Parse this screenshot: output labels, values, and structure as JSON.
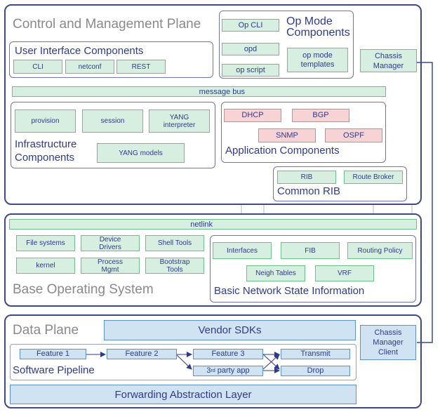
{
  "control_plane": {
    "title": "Control and Management Plane",
    "ui_components": {
      "title": "User Interface Components",
      "items": [
        "CLI",
        "netconf",
        "REST"
      ]
    },
    "op_mode": {
      "title_line1": "Op Mode",
      "title_line2": "Components",
      "items": [
        "Op CLI",
        "opd",
        "op script"
      ],
      "templates_line1": "op mode",
      "templates_line2": "templates"
    },
    "chassis_manager": {
      "line1": "Chassis",
      "line2": "Manager"
    },
    "message_bus": "message bus",
    "infrastructure": {
      "title_line1": "Infrastructure",
      "title_line2": "Components",
      "items": [
        "provision",
        "session"
      ],
      "yang_interp_line1": "YANG",
      "yang_interp_line2": "interpreter",
      "yang_models": "YANG models"
    },
    "application": {
      "title": "Application Components",
      "items": [
        "DHCP",
        "BGP",
        "SNMP",
        "OSPF"
      ]
    },
    "common_rib": {
      "title": "Common RIB",
      "items": [
        "RIB",
        "Route Broker"
      ]
    }
  },
  "base_os": {
    "title": "Base Operating System",
    "netlink": "netlink",
    "items": [
      {
        "line1": "File systems",
        "line2": ""
      },
      {
        "line1": "Device",
        "line2": "Drivers"
      },
      {
        "line1": "Shell Tools",
        "line2": ""
      },
      {
        "line1": "kernel",
        "line2": ""
      },
      {
        "line1": "Process",
        "line2": "Mgmt"
      },
      {
        "line1": "Bootstrap",
        "line2": "Tools"
      }
    ],
    "network_state": {
      "title": "Basic Network State Information",
      "items": [
        "Interfaces",
        "FIB",
        "Routing Policy",
        "Neigh Tables",
        "VRF"
      ]
    }
  },
  "data_plane": {
    "title": "Data Plane",
    "vendor_sdks": "Vendor SDKs",
    "chassis_client": {
      "line1": "Chassis",
      "line2": "Manager",
      "line3": "Client"
    },
    "pipeline": {
      "title": "Software Pipeline",
      "items": [
        "Feature 1",
        "Feature 2",
        "Feature 3",
        "Transmit",
        "Drop"
      ],
      "third_party_prefix": "3",
      "third_party_sup": "rd",
      "third_party_rest": " party app"
    },
    "fal": "Forwarding Abstraction Layer"
  },
  "colors": {
    "border": "#3c4a8a",
    "text": "#2f3b8f",
    "green": "#d6efe0",
    "pink": "#f7d3d6",
    "blue": "#cfe3f3"
  }
}
